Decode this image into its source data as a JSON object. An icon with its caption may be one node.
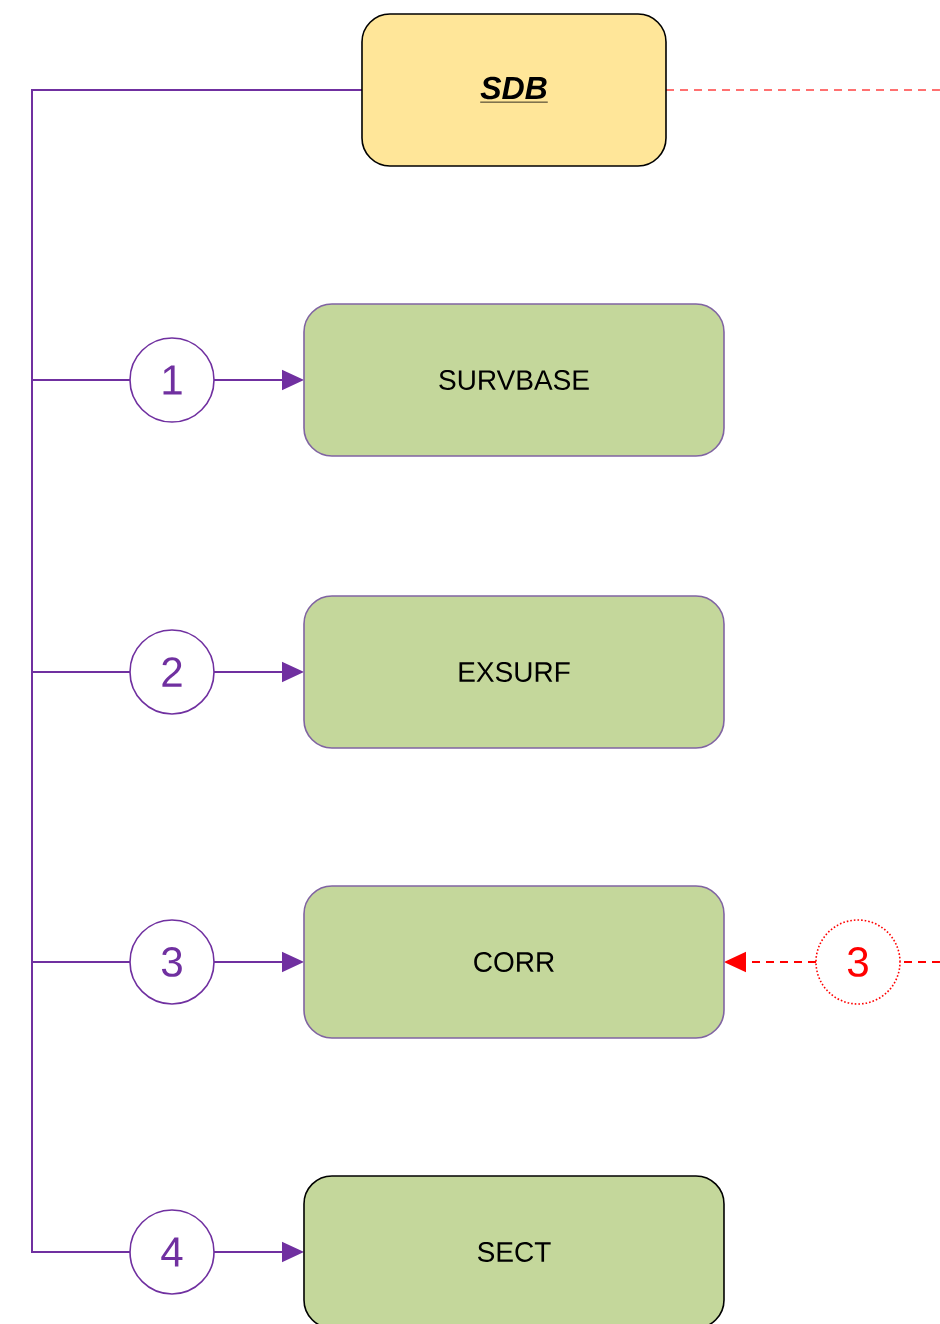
{
  "diagram": {
    "nodes": [
      {
        "text": [
          "SDB"
        ]
      },
      {
        "text": [
          "1"
        ]
      },
      {
        "text": [
          "SURVBASE"
        ]
      },
      {
        "text": [
          "2"
        ]
      },
      {
        "text": [
          "EXSURF"
        ]
      },
      {
        "text": [
          "3"
        ]
      },
      {
        "text": [
          "CORR"
        ]
      },
      {
        "text": [
          "4"
        ]
      },
      {
        "text": [
          "SECT"
        ]
      },
      {
        "text": [
          "3"
        ]
      }
    ],
    "edges": [
      {
        "from": 0,
        "to": 1,
        "arrow": "none"
      },
      {
        "from": 0,
        "to": 3,
        "arrow": "none"
      },
      {
        "from": 0,
        "to": 5,
        "arrow": "none"
      },
      {
        "from": 0,
        "to": 7,
        "arrow": "none"
      },
      {
        "from": 1,
        "to": 2,
        "arrow": "to"
      },
      {
        "from": 3,
        "to": 4,
        "arrow": "to"
      },
      {
        "from": 5,
        "to": 6,
        "arrow": "to"
      },
      {
        "from": 7,
        "to": 8,
        "arrow": "to"
      },
      {
        "from": 0,
        "to": null,
        "arrow": "none",
        "style": "dashed",
        "color": "#ff7070"
      },
      {
        "from": null,
        "to": 9,
        "arrow": "none",
        "style": "dashed",
        "color": "#ff0000"
      },
      {
        "from": 9,
        "to": 6,
        "arrow": "to",
        "style": "dashed",
        "color": "#ff0000"
      }
    ]
  }
}
